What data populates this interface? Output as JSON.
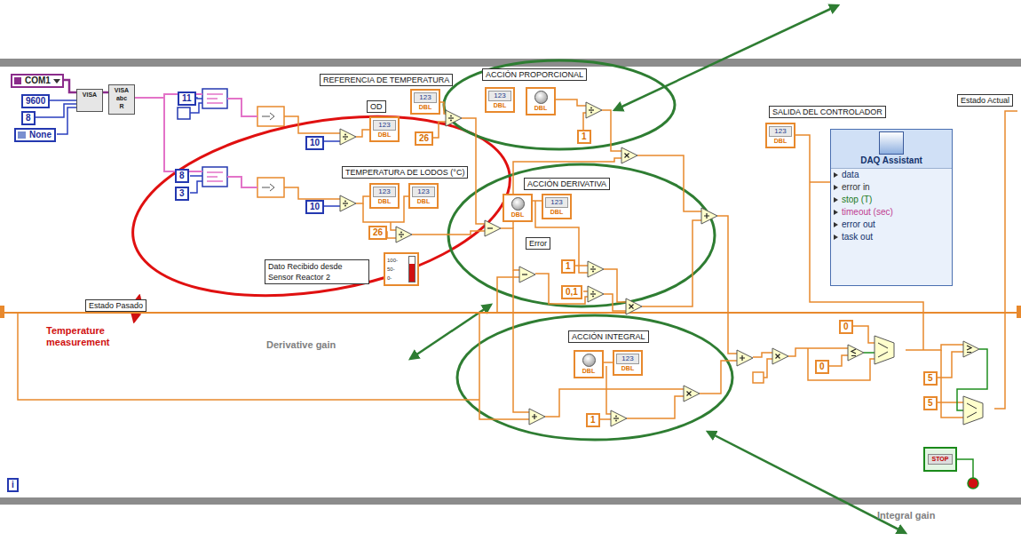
{
  "diagram": {
    "nodes": [
      {
        "text": [
          "COM1"
        ]
      },
      {
        "text": [
          "9600"
        ]
      },
      {
        "text": [
          "8"
        ]
      },
      {
        "text": [
          "None"
        ]
      },
      {
        "text": [
          "11"
        ]
      },
      {
        "text": [
          "8"
        ]
      },
      {
        "text": [
          "3"
        ]
      },
      {
        "text": [
          "10"
        ]
      },
      {
        "text": [
          "10"
        ]
      },
      {
        "text": [
          "REFERENCIA DE TEMPERATURA"
        ]
      },
      {
        "text": [
          "OD"
        ]
      },
      {
        "text": [
          "26"
        ]
      },
      {
        "text": [
          "TEMPERATURA DE LODOS (°C)"
        ]
      },
      {
        "text": [
          "26"
        ]
      },
      {
        "text": [
          "Dato Recibido desde Sensor Reactor 2"
        ]
      },
      {
        "text": [
          "ACCIÓN PROPORCIONAL"
        ]
      },
      {
        "text": [
          "1"
        ]
      },
      {
        "text": [
          "ACCIÓN DERIVATIVA"
        ]
      },
      {
        "text": [
          "Error"
        ]
      },
      {
        "text": [
          "1"
        ]
      },
      {
        "text": [
          "0,1"
        ]
      },
      {
        "text": [
          "ACCIÓN INTEGRAL"
        ]
      },
      {
        "text": [
          "1"
        ]
      },
      {
        "text": [
          "SALIDA DEL CONTROLADOR"
        ]
      },
      {
        "text": [
          "DAQ Assistant",
          "data",
          "error in",
          "stop (T)",
          "timeout (sec)",
          "error out",
          "task out"
        ]
      },
      {
        "text": [
          "Estado Actual"
        ]
      },
      {
        "text": [
          "Estado Pasado"
        ]
      },
      {
        "text": [
          "0"
        ]
      },
      {
        "text": [
          "0"
        ]
      },
      {
        "text": [
          "5"
        ]
      },
      {
        "text": [
          "5"
        ]
      },
      {
        "text": [
          "STOP"
        ]
      },
      {
        "text": [
          "i"
        ]
      }
    ],
    "labels": [
      "Temperature measurement",
      "Derivative gain",
      "Integral gain",
      "VISA",
      "VISA",
      "abc",
      "R",
      "123",
      "DBL",
      "123",
      "DBL",
      "123",
      "DBL",
      "DBL",
      "123",
      "DBL",
      "123",
      "DBL",
      "DBL",
      "123",
      "DBL",
      "DBL",
      "123",
      "DBL",
      "123",
      "DBL",
      "100-",
      "50-",
      "0-"
    ]
  }
}
